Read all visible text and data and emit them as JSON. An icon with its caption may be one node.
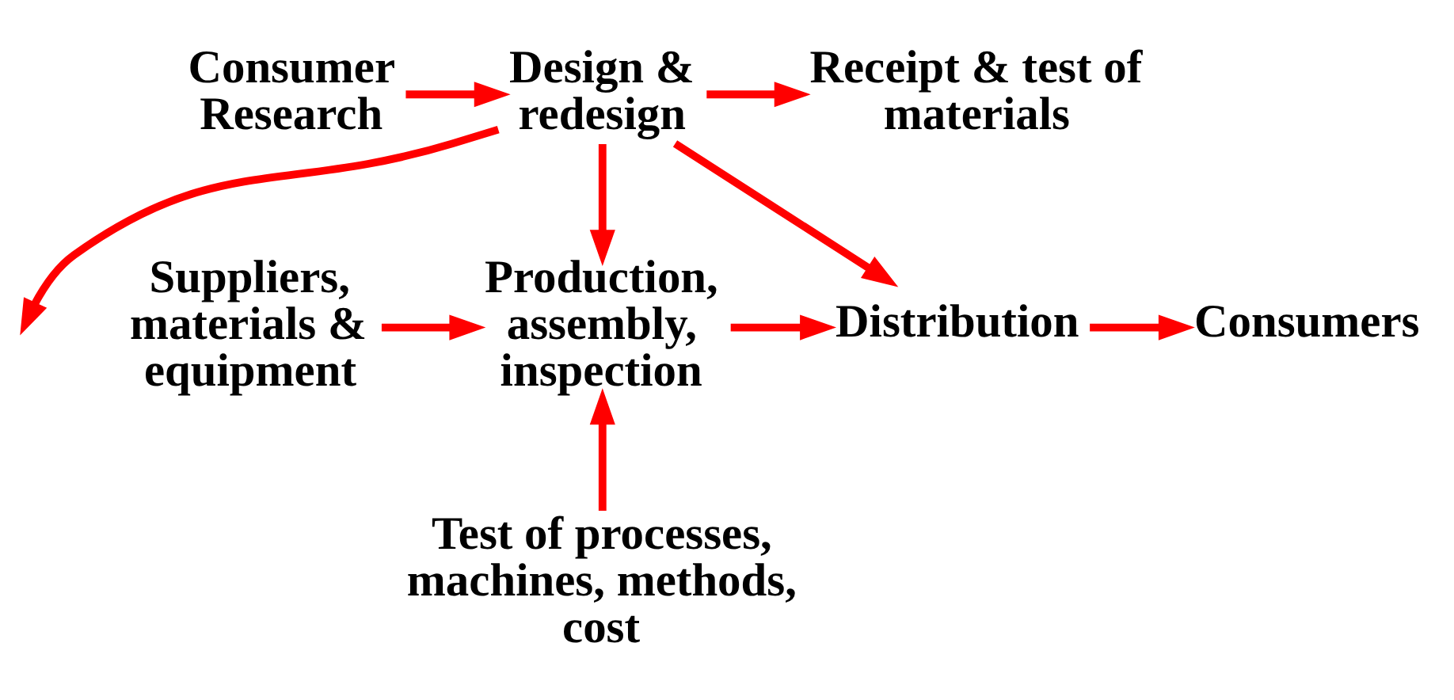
{
  "diagram": {
    "nodes": [
      {
        "text": [
          "Receipt & test of materials"
        ]
      },
      {
        "text": [
          "Design & redesign"
        ]
      },
      {
        "text": [
          "Consumer Research"
        ]
      },
      {
        "text": [
          "Suppliers, materials & equipment"
        ]
      },
      {
        "text": [
          "Production, assembly, inspection"
        ]
      },
      {
        "text": [
          "Distribution"
        ]
      },
      {
        "text": [
          "Consumers"
        ]
      },
      {
        "text": [
          "Test of processes, machines, methods, cost"
        ]
      }
    ],
    "edges": [
      {
        "from": 2,
        "to": 1,
        "arrow": "to"
      },
      {
        "from": 1,
        "to": 0,
        "arrow": "to"
      },
      {
        "from": 1,
        "to": null,
        "arrow": "to"
      },
      {
        "from": 1,
        "to": 4,
        "arrow": "to"
      },
      {
        "from": 1,
        "to": 5,
        "arrow": "to"
      },
      {
        "from": 3,
        "to": 4,
        "arrow": "to"
      },
      {
        "from": 4,
        "to": 5,
        "arrow": "to"
      },
      {
        "from": 5,
        "to": 6,
        "arrow": "to"
      },
      {
        "from": 7,
        "to": 4,
        "arrow": "to"
      }
    ]
  }
}
